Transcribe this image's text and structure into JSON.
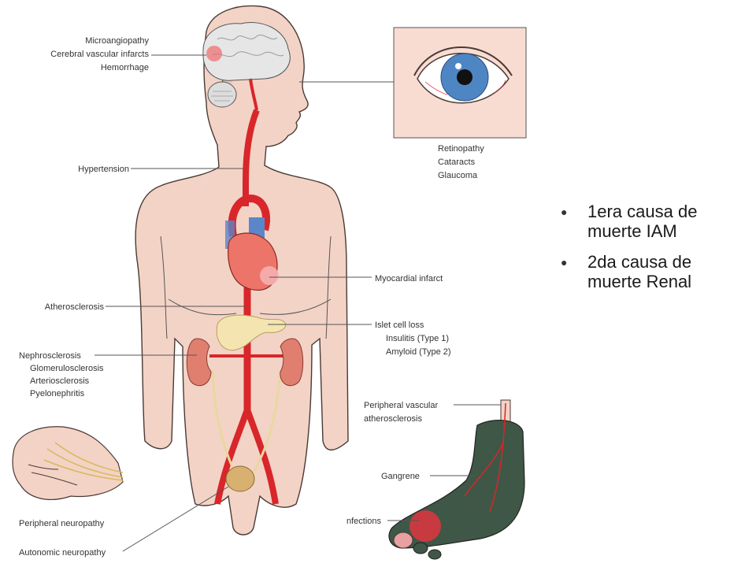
{
  "diagram": {
    "labels": {
      "brain_1": "Microangiopathy",
      "brain_2": "Cerebral vascular infarcts",
      "brain_3": "Hemorrhage",
      "hypertension": "Hypertension",
      "atherosclerosis": "Atherosclerosis",
      "nephro_1": "Nephrosclerosis",
      "nephro_2": "Glomerulosclerosis",
      "nephro_3": "Arteriosclerosis",
      "nephro_4": "Pyelonephritis",
      "peripheral_neuropathy": "Peripheral neuropathy",
      "autonomic_neuropathy": "Autonomic neuropathy",
      "eye_1": "Retinopathy",
      "eye_2": "Cataracts",
      "eye_3": "Glaucoma",
      "myocardial_infarct": "Myocardial infarct",
      "islet_1": "Islet cell loss",
      "islet_2": "Insulitis (Type 1)",
      "islet_3": "Amyloid (Type 2)",
      "pvd_1": "Peripheral vascular",
      "pvd_2": "atherosclerosis",
      "gangrene": "Gangrene",
      "infections": "nfections"
    },
    "colors": {
      "skin": "#f3d3c6",
      "skin_outline": "#4a3a35",
      "brain": "#e6e6e6",
      "artery": "#d8262a",
      "heart": "#ec7468",
      "vein": "#5b86c9",
      "pancreas": "#f4e4b0",
      "kidney": "#e07f70",
      "bladder": "#d8b070",
      "iris": "#4e86c4",
      "eye_box_bg": "#f8dcd2",
      "foot": "#3f5746",
      "foot_infection": "#e8333f",
      "nerve": "#d9b85a"
    }
  },
  "bullets": [
    "1era causa de muerte IAM",
    "2da causa de muerte Renal"
  ]
}
